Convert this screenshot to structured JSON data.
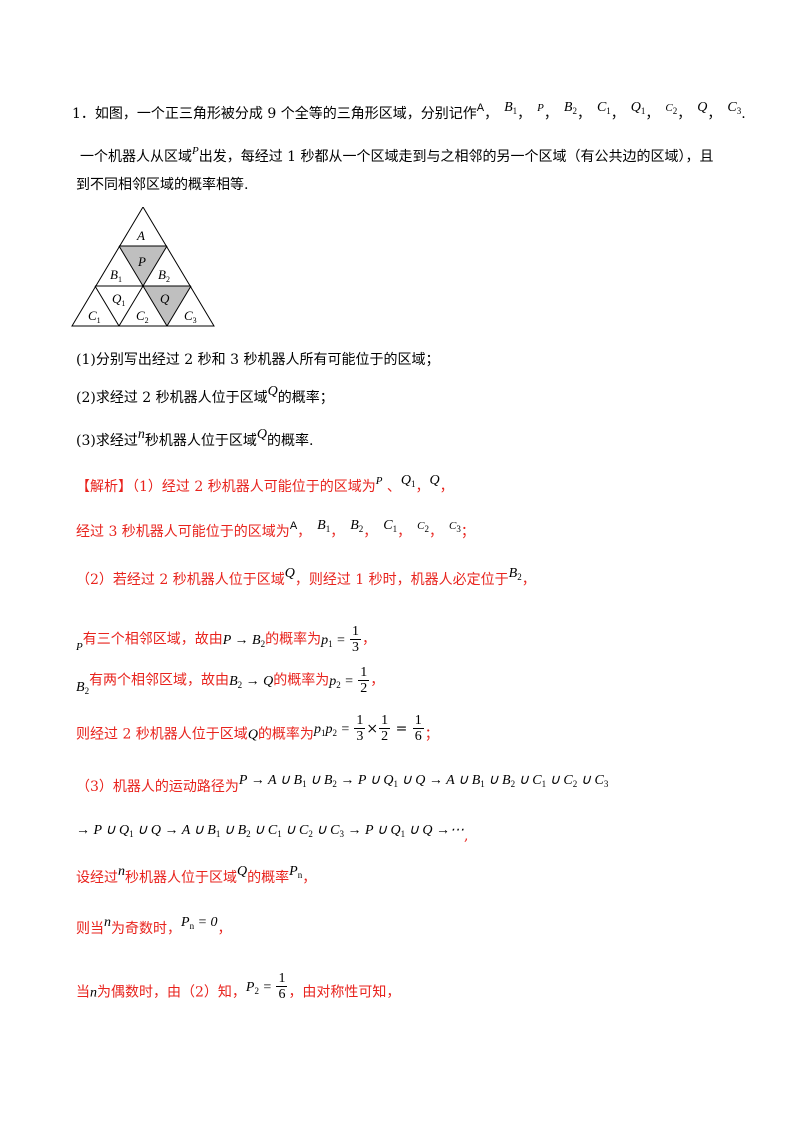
{
  "problem": {
    "number": "1．",
    "intro_text": "如图，一个正三角形被分成 9 个全等的三角形区域，分别记作",
    "labels": [
      "A",
      "B1",
      "P",
      "B2",
      "C1",
      "Q1",
      "C2",
      "Q",
      "C3"
    ],
    "period": ".",
    "line2_a": "一个机器人从区域",
    "line2_b": "出发，每经过 1 秒都从一个区域走到与之相邻的另一个区域（有公共边的区域），且",
    "line3": "到不同相邻区域的概率相等.",
    "q1": "(1)分别写出经过 2 秒和 3 秒机器人所有可能位于的区域；",
    "q2_a": "(2)求经过 2 秒机器人位于区域",
    "q2_b": "的概率；",
    "q3_a": "(3)求经过",
    "q3_b": "秒机器人位于区域",
    "q3_c": "的概率."
  },
  "figure": {
    "labels": {
      "A": "A",
      "P": "P",
      "B1": "B",
      "B2": "B",
      "Q1": "Q",
      "Q": "Q",
      "C1": "C",
      "C2": "C",
      "C3": "C",
      "s1": "1",
      "s2": "2",
      "s3": "3"
    },
    "shade_color": "#bfbfbf"
  },
  "solution": {
    "tag": "【解析】",
    "s1_a": "（1）经过 2 秒机器人可能位于的区域为",
    "s1_b": "经过 3 秒机器人可能位于的区域为",
    "s2_a": "（2）若经过 2 秒机器人位于区域",
    "s2_b": "，则经过 1 秒时，机器人必定位于",
    "s2_c": "有三个相邻区域，故由",
    "s2_d": "的概率为",
    "s2_e": "有两个相邻区域，故由",
    "s2_f": "的概率为",
    "s2_g": "则经过 2 秒机器人位于区域",
    "s2_h": "的概率为",
    "s3_a": "（3）机器人的运动路径为",
    "s3_b": "设经过",
    "s3_c": "秒机器人位于区域",
    "s3_d": "的概率",
    "s3_e": "则当",
    "s3_f": "为奇数时，",
    "s3_g": "当",
    "s3_h": "为偶数时，由（2）知，",
    "s3_i": "，由对称性可知，",
    "path1": "P → A ∪ B",
    "path2": "→ P ∪ Q",
    "ellipsis": "⋯"
  },
  "colors": {
    "answer": "#e8231d",
    "text": "#000000"
  }
}
